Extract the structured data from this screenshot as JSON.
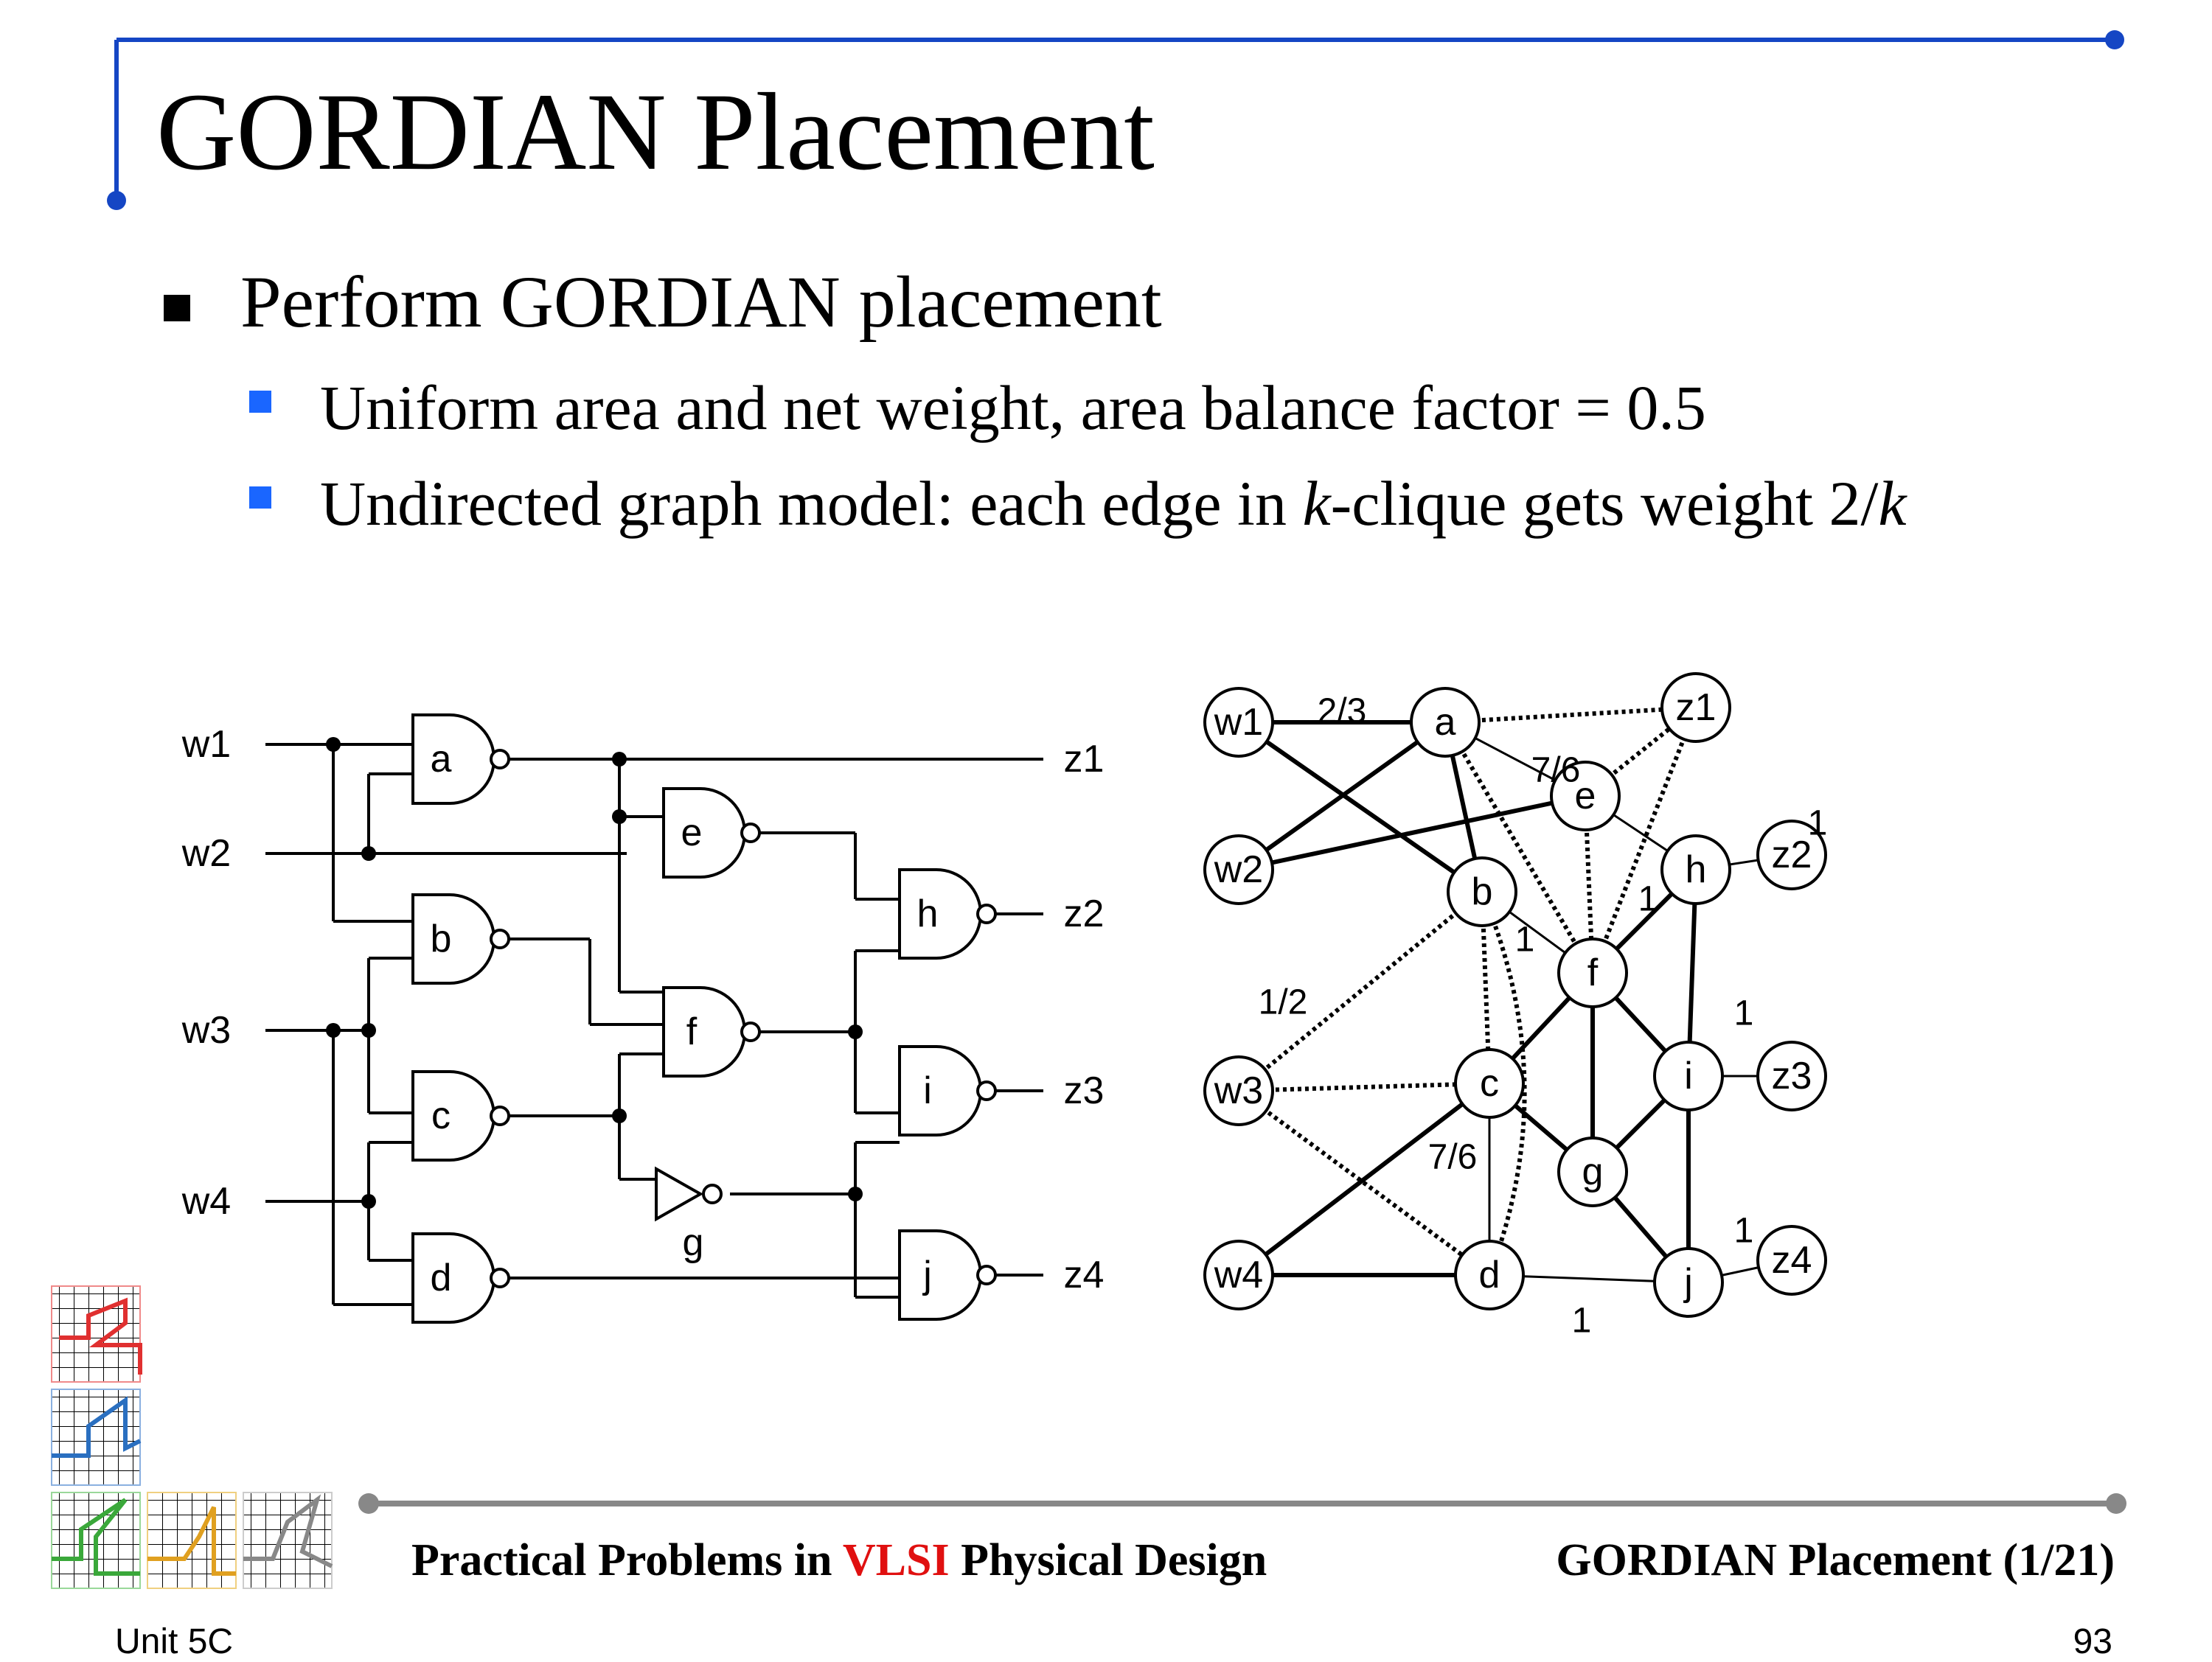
{
  "slide": {
    "title": "GORDIAN Placement",
    "bullet": "Perform GORDIAN placement",
    "subbullets": [
      "Uniform area and net weight, area balance factor = 0.5",
      "Undirected graph model: each edge in ",
      "k",
      "-clique gets weight 2/",
      "k"
    ]
  },
  "circuit": {
    "inputs": [
      "w1",
      "w2",
      "w3",
      "w4"
    ],
    "outputs": [
      "z1",
      "z2",
      "z3",
      "z4"
    ],
    "gates": [
      "a",
      "b",
      "c",
      "d",
      "e",
      "f",
      "g",
      "h",
      "i",
      "j"
    ]
  },
  "graph": {
    "nodes": [
      "w1",
      "w2",
      "w3",
      "w4",
      "a",
      "b",
      "c",
      "d",
      "e",
      "f",
      "g",
      "h",
      "i",
      "j",
      "z1",
      "z2",
      "z3",
      "z4"
    ],
    "edge_labels": [
      "2/3",
      "7/6",
      "1",
      "1/2",
      "7/6",
      "1",
      "1",
      "1",
      "1",
      "1"
    ]
  },
  "footer": {
    "left_pre": "Practical Problems in ",
    "left_highlight": "VLSI",
    "left_post": " Physical Design",
    "right": "GORDIAN Placement (1/21)",
    "unit": "Unit 5C",
    "page": "93"
  },
  "colors": {
    "accent_blue": "#1546c4",
    "bullet_blue": "#1a66ff",
    "highlight_red": "#e01010",
    "footer_rule": "#888888",
    "logo": [
      "#e03030",
      "#2a6fc0",
      "#3aa83a",
      "#e0a020",
      "#888888"
    ]
  }
}
